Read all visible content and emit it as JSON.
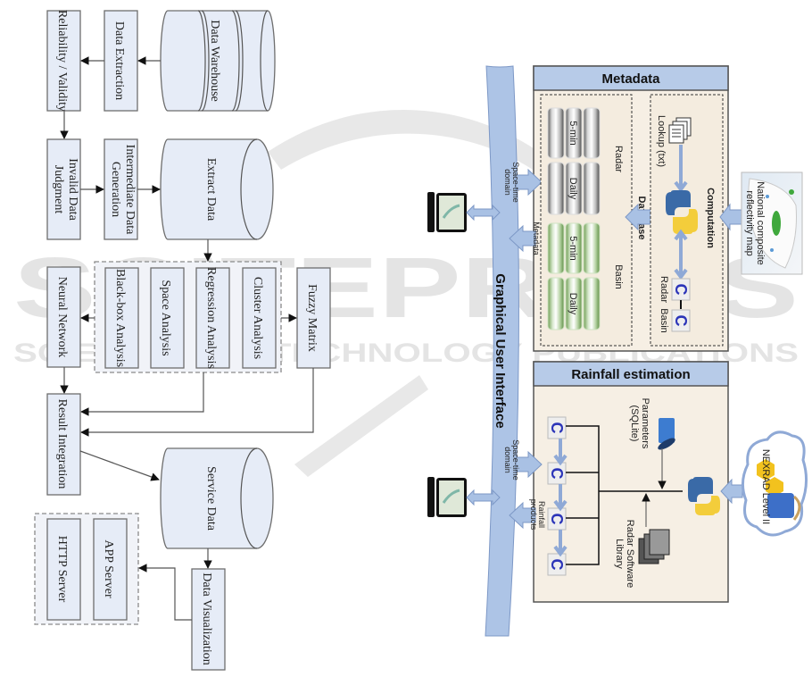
{
  "left_diagram": {
    "boxes": {
      "reliability": "Reliability / Validity",
      "data_extraction": "Data Extraction",
      "data_warehouse": "Data Warehouse",
      "invalid_data_line1": "Invalid Data",
      "invalid_data_line2": "Judgment",
      "intermediate_line1": "Intermediate Data",
      "intermediate_line2": "Generation",
      "extract_data": "Extract Data",
      "neural_network": "Neural Network",
      "blackbox": "Black-box Analysis",
      "space": "Space Analysis",
      "regression": "Regression Analysis",
      "cluster": "Cluster Analysis",
      "fuzzy": "Fuzzy Matrix",
      "result": "Result Integration",
      "service_data": "Service Data",
      "http_server": "HTTP Server",
      "app_server": "APP Server",
      "data_vis": "Data Visualization"
    }
  },
  "right_diagram": {
    "gui_label": "Graphical User Interface",
    "metadata": {
      "title": "Metadata",
      "database_label": "Database",
      "radar_label": "Radar",
      "basin_label": "Basin",
      "db_items": [
        "5-min",
        "Daily",
        "5-min",
        "Daily"
      ],
      "computation_label": "Computation",
      "lookup_label": "Lookup (txt)",
      "c_radar_label": "Radar",
      "c_basin_label": "Basin",
      "map_line1": "National composite",
      "map_line2": "reflectivity map",
      "arrow_in_line1": "Space-time",
      "arrow_in_line2": "domain",
      "arrow_out": "Metadata"
    },
    "rainfall": {
      "title": "Rainfall estimation",
      "params_line1": "Parameters",
      "params_line2": "(SQLite)",
      "library_line1": "Radar Software",
      "library_line2": "Library",
      "nexrad_line1": "NEXRAD Level II",
      "arrow_in_line1": "Space-time",
      "arrow_in_line2": "domain",
      "arrow_out_line1": "Rainfall",
      "arrow_out_line2": "products"
    }
  },
  "watermark": {
    "main": "SCITEPRESS",
    "sub": "SCIENCE AND TECHNOLOGY PUBLICATIONS"
  },
  "colors": {
    "box_fill": "#e6ecf7",
    "panel_fill": "#f6efe4",
    "panel_header": "#b7cbe8",
    "gui_band": "#adc4e6"
  }
}
